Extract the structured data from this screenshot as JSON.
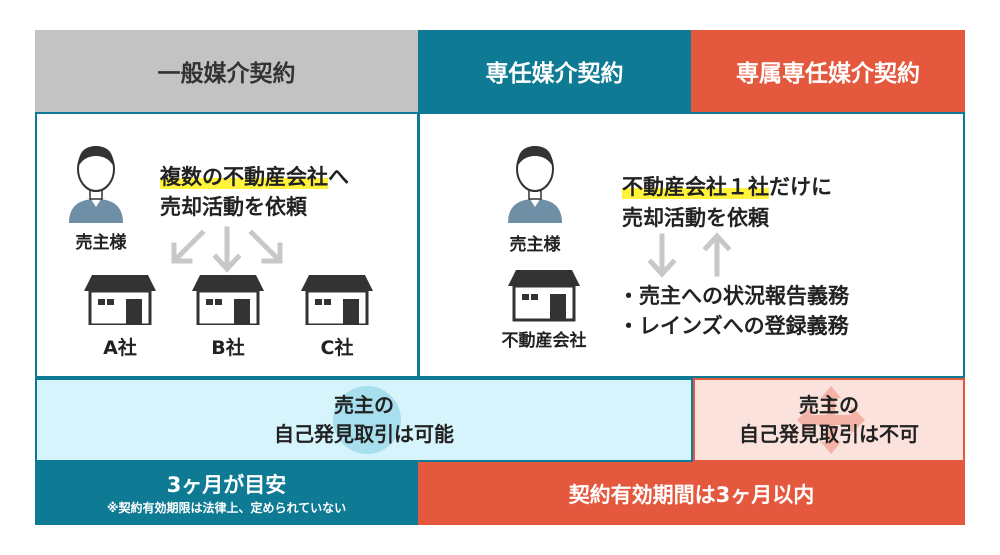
{
  "headers": {
    "general": "一般媒介契約",
    "exclusive": "専任媒介契約",
    "dedicated": "専属専任媒介契約"
  },
  "general": {
    "seller_label": "売主様",
    "line1": "複数の不動産会社",
    "line1_suffix": "へ",
    "line2": "売却活動を依頼",
    "companies": [
      "A社",
      "B社",
      "C社"
    ]
  },
  "exclusive": {
    "seller_label": "売主様",
    "company_label": "不動産会社",
    "line1": "不動産会社１社",
    "line1_suffix": "だけに",
    "line2": "売却活動を依頼",
    "duties": [
      "・売主への状況報告義務",
      "・レインズへの登録義務"
    ]
  },
  "discovery": {
    "allowed_line1": "売主の",
    "allowed_line2": "自己発見取引は可能",
    "denied_line1": "売主の",
    "denied_line2": "自己発見取引は不可"
  },
  "footer": {
    "general_main": "3ヶ月が目安",
    "general_note": "※契約有効期限は法律上、定められていない",
    "exclusive_main": "契約有効期間は3ヶ月以内"
  },
  "colors": {
    "gray": "#c3c3c3",
    "teal": "#0f7a94",
    "orange": "#e4583e",
    "light_blue": "#d6f4fb",
    "light_pink": "#fbe2dc"
  }
}
